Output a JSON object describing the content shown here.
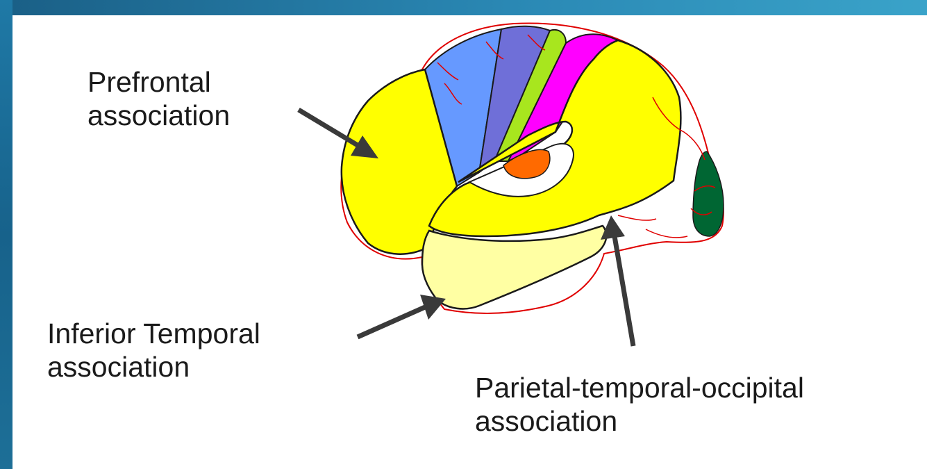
{
  "labels": {
    "prefrontal": [
      "Prefrontal",
      "association"
    ],
    "inferior_temporal": [
      "Inferior Temporal",
      "association"
    ],
    "parietal_temporal_occipital": [
      "Parietal-temporal-occipital",
      "association"
    ]
  },
  "colors": {
    "association_yellow": "#ffff00",
    "inferior_temporal_fill": "#ffffa3",
    "premotor_blue": "#6699ff",
    "motor_purple": "#6f6fd8",
    "somatosensory_green": "#a8e61e",
    "somatosensory_magenta": "#ff00ff",
    "auditory_orange": "#ff6a00",
    "visual_dark_green": "#006633",
    "vessel_red": "#e00000",
    "arrow": "#3a3a3a",
    "frame": "#1b6f98"
  }
}
